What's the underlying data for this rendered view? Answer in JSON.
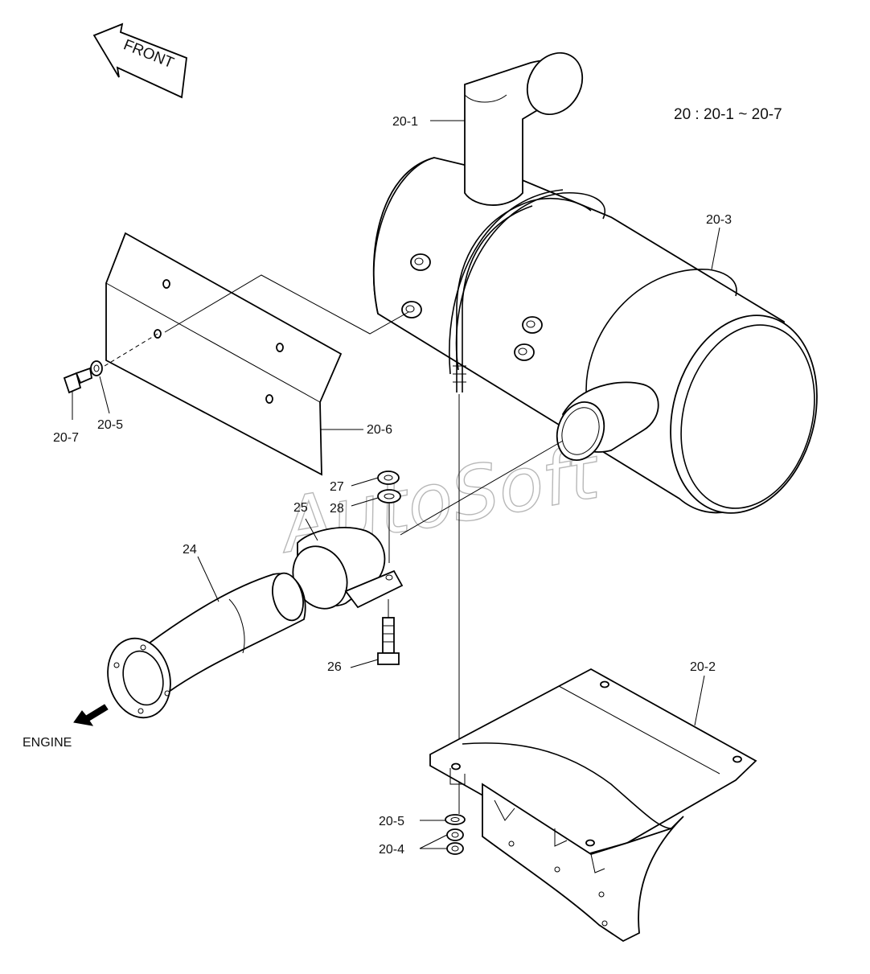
{
  "header": {
    "front_label": "FRONT",
    "assembly_note": "20 : 20-1 ~ 20-7"
  },
  "callouts": {
    "c20_1": "20-1",
    "c20_3": "20-3",
    "c20_7": "20-7",
    "c20_5_top": "20-5",
    "c20_6": "20-6",
    "c27": "27",
    "c28": "28",
    "c25": "25",
    "c24": "24",
    "c26": "26",
    "c20_2": "20-2",
    "c20_5_bottom": "20-5",
    "c20_4": "20-4"
  },
  "direction": {
    "engine_label": "ENGINE"
  },
  "watermark": {
    "text": "AutoSoft"
  }
}
